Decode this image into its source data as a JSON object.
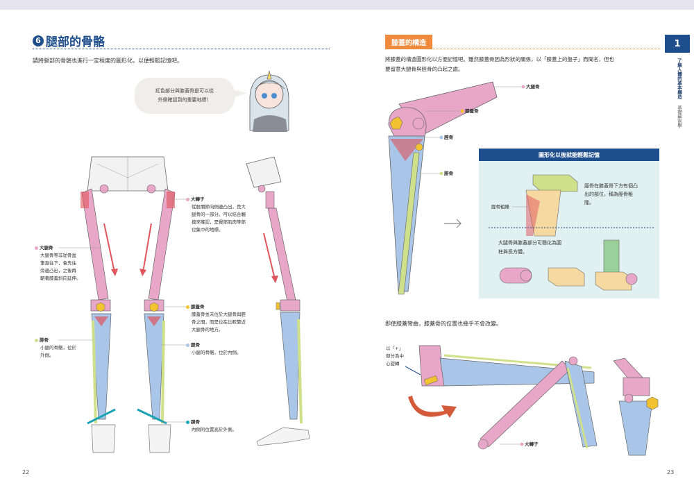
{
  "colors": {
    "accent_blue": "#1f4e8c",
    "accent_orange": "#f08a3c",
    "bone_pink": "#e8a7c8",
    "bone_blue": "#a9c6e8",
    "joint_red": "#e0545c",
    "patella_yellow": "#f2c230"
  },
  "sidebar": {
    "chapter": "1",
    "line1": "了解人體的基本構造",
    "line2": "基礎解剖學"
  },
  "left": {
    "section_number": "6",
    "title": "腿部的骨骼",
    "intro": "請將腿部的骨骼也進行一定程度的圖形化，以便輕鬆記憶吧。",
    "bubble": [
      "紅色部分與膝蓋骨是可以從",
      "外側確認到的重要地標！"
    ],
    "femur": {
      "name": "大腿骨",
      "desc": [
        "大腿骨等非從骨盆",
        "筆直往下，會先往",
        "旁邊凸出，之後再",
        "朝著膝蓋斜向延伸。"
      ]
    },
    "trochanter": {
      "name": "大轉子",
      "desc": [
        "從股關節向側邊凸出，是大",
        "腿骨的一部分。可以結合觸",
        "摸來確認，是臀部肌肉等部",
        "位集中的地標。"
      ]
    },
    "patella": {
      "name": "膝蓋骨",
      "desc": [
        "膝蓋骨並未位於大腿骨與脛",
        "骨之間，而是位在比較靠近",
        "大腿骨的地方。"
      ]
    },
    "tibia": {
      "name": "脛骨",
      "desc": [
        "小腿的骨骼，位於內側。"
      ]
    },
    "fibula": {
      "name": "腓骨",
      "desc": [
        "小腿的骨骼，位於",
        "外側。"
      ]
    },
    "ankle": {
      "name": "踝骨",
      "desc": [
        "內側的位置高於外側。"
      ]
    },
    "page_number": "22"
  },
  "right": {
    "title": "膝蓋的構造",
    "intro": [
      "將膝蓋的構造圖形化以方便記憶吧。雖然膝蓋骨因為形狀的關係，以「膝蓋上的盤子」而聞名，但也",
      "要留意大腿骨與脛骨的凸起之處。"
    ],
    "labels": {
      "femur": "大腿骨",
      "patella": "膝蓋骨",
      "tibia": "脛骨",
      "fibula": "腓骨"
    },
    "box": {
      "heading": "圖形化以後就能輕鬆記憶",
      "tuberosity_label": "脛骨粗隆",
      "note1": [
        "脛骨在膝蓋骨下方有個凸",
        "出的部位，稱為脛骨粗",
        "隆。"
      ],
      "note2": [
        "大腿骨與膝蓋部分可簡化為圓",
        "柱與長方體。"
      ]
    },
    "subhead": "即使膝蓋彎曲，膝蓋骨的位置也幾乎不會改變。",
    "rotate_note": [
      "以「+」",
      "部分為中",
      "心旋轉"
    ],
    "trochanter_label": "大轉子",
    "page_number": "23"
  }
}
